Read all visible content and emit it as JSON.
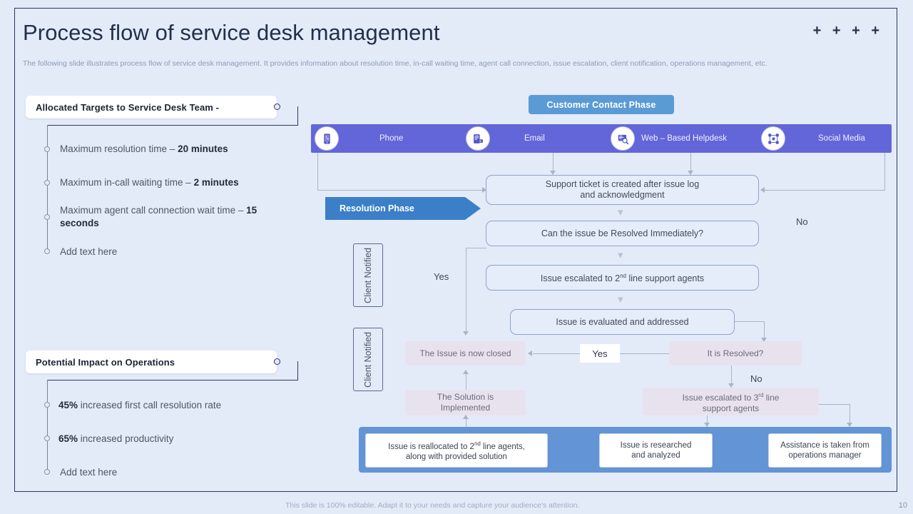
{
  "header": {
    "title": "Process flow of service desk management",
    "decoration": "+ + + +",
    "subtitle": "The following slide illustrates process flow of service desk management. It provides information about resolution time,  in-call waiting time, agent call connection, issue escalation, client notification, operations management,  etc."
  },
  "left_panels": [
    {
      "heading": "Allocated Targets to Service Desk Team -",
      "items": [
        {
          "text": "Maximum resolution time – ",
          "bold": "20 minutes",
          "after": ""
        },
        {
          "text": "Maximum in-call waiting time – ",
          "bold": "2 minutes",
          "after": ""
        },
        {
          "text": "Maximum agent call connection wait time – ",
          "bold": "15 seconds",
          "after": ""
        },
        {
          "text": "Add text here",
          "bold": "",
          "after": ""
        }
      ]
    },
    {
      "heading": "Potential Impact on Operations",
      "items": [
        {
          "text": "",
          "bold": "45%",
          "after": " increased first call resolution rate"
        },
        {
          "text": "",
          "bold": "65%",
          "after": " increased productivity"
        },
        {
          "text": "Add text here",
          "bold": "",
          "after": ""
        }
      ]
    }
  ],
  "phases": {
    "contact": "Customer Contact Phase",
    "resolution": "Resolution Phase"
  },
  "channels": [
    {
      "icon": "mobile-phone-icon",
      "label": "Phone"
    },
    {
      "icon": "email-envelope-icon",
      "label": "Email"
    },
    {
      "icon": "web-helpdesk-search-icon",
      "label": "Web – Based Helpdesk"
    },
    {
      "icon": "social-media-network-icon",
      "label": "Social Media"
    }
  ],
  "flow": {
    "ticket": "Support ticket is created after issue log and acknowledgment",
    "ticket_l1": "Support ticket is created after issue log",
    "ticket_l2": "and acknowledgment",
    "decision_immediate": "Can the issue be Resolved Immediately?",
    "escalate_2nd": "Issue escalated to 2nd line support agents",
    "evaluated": "Issue is evaluated and addressed",
    "closed": "The Issue is now closed",
    "resolved_q": "It is Resolved?",
    "solution_l1": "The Solution is",
    "solution_l2": "Implemented",
    "escalate_3rd_l1": "Issue escalated to 3rd line",
    "escalate_3rd_l2": "support agents",
    "client_notified_1": "Client Notified",
    "client_notified_2": "Client Notified",
    "label_yes_left": "Yes",
    "label_yes_mid": "Yes",
    "label_no_top": "No",
    "label_no_right": "No"
  },
  "bottom_boxes": [
    {
      "l1": "Issue is reallocated to 2nd line agents,",
      "l2": "along with provided  solution"
    },
    {
      "l1": "Issue is researched",
      "l2": "and analyzed"
    },
    {
      "l1": "Assistance is taken from",
      "l2": "operations manager"
    }
  ],
  "footer": {
    "note": "This slide is 100% editable. Adapt it to your needs and capture your audience's attention.",
    "page": "10"
  },
  "colors": {
    "background": "#e3ebf9",
    "channel_bar": "#6366d8",
    "contact_pill": "#5b9bd5",
    "resolution_pill": "#3a7fc8",
    "bottom_panel": "#6294d6",
    "pink_box": "#e8e2ef"
  }
}
